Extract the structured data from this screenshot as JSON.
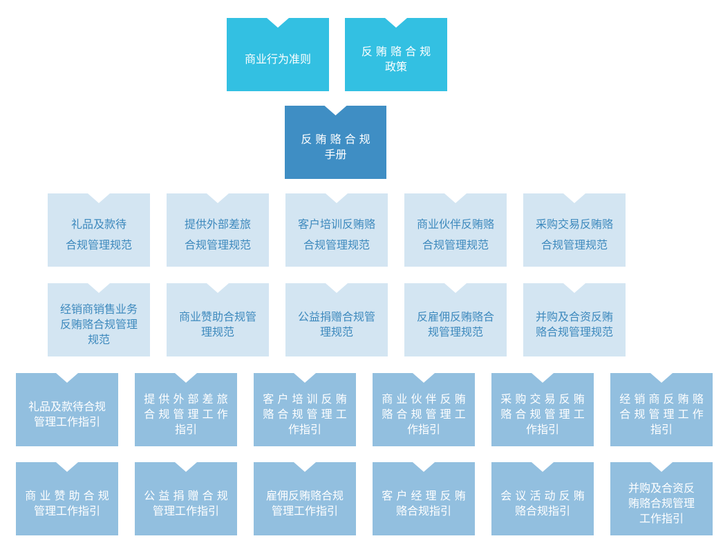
{
  "top": [
    {
      "text": "商业行为准则"
    },
    {
      "text": "反 贿 赂 合 规\n政策"
    }
  ],
  "manual": {
    "text": "反 贿 赂 合 规\n手册"
  },
  "norms_row1": [
    {
      "text": "礼品及款待\n合规管理规范"
    },
    {
      "text": "提供外部差旅\n合规管理规范"
    },
    {
      "text": "客户培训反贿赂\n合规管理规范"
    },
    {
      "text": "商业伙伴反贿赂\n合规管理规范"
    },
    {
      "text": "采购交易反贿赂\n合规管理规范"
    }
  ],
  "norms_row2": [
    {
      "text": "经销商销售业务\n反贿赂合规管理\n规范"
    },
    {
      "text": "商业赞助合规管\n理规范"
    },
    {
      "text": "公益捐赠合规管\n理规范"
    },
    {
      "text": "反雇佣反贿赂合\n规管理规范"
    },
    {
      "text": "并购及合资反贿\n赂合规管理规范"
    }
  ],
  "guides_row1": [
    {
      "text": "礼品及款待合规\n管理工作指引"
    },
    {
      "text": "提 供 外 部 差 旅\n合 规 管 理 工 作\n指引"
    },
    {
      "text": "客 户 培 训 反 贿\n赂 合 规 管 理 工\n作指引"
    },
    {
      "text": "商 业 伙 伴 反 贿\n赂 合 规 管 理 工\n作指引"
    },
    {
      "text": "采 购 交 易 反 贿\n赂 合 规 管 理 工\n作指引"
    },
    {
      "text": "经 销 商 反 贿 赂\n合 规 管 理 工 作\n指引"
    }
  ],
  "guides_row2": [
    {
      "text": "商 业 赞 助 合 规\n管理工作指引"
    },
    {
      "text": "公 益 捐 赠 合 规\n管理工作指引"
    },
    {
      "text": "雇佣反贿赂合规\n管理工作指引"
    },
    {
      "text": "客 户 经 理 反 贿\n赂合规指引"
    },
    {
      "text": "会 议 活 动 反 贿\n赂合规指引"
    },
    {
      "text": "并购及合资反\n贿赂合规管理\n工作指引"
    }
  ]
}
